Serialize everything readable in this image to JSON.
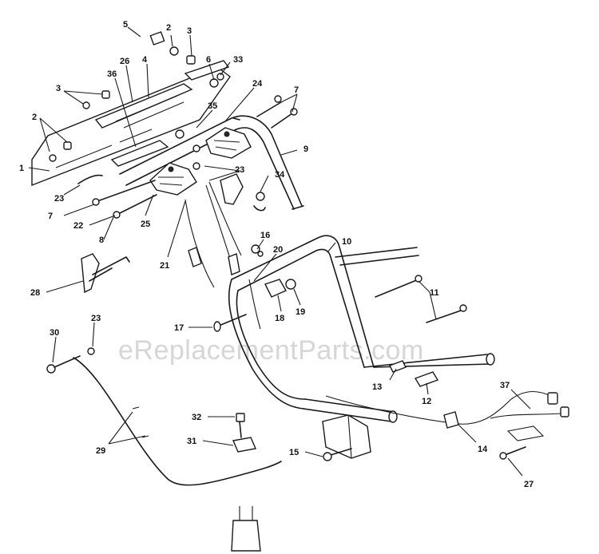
{
  "watermark": "eReplacementParts.com",
  "callouts": {
    "c1": "1",
    "c2a": "2",
    "c2b": "2",
    "c3a": "3",
    "c3b": "3",
    "c4": "4",
    "c5": "5",
    "c6": "6",
    "c7a": "7",
    "c7b": "7",
    "c8": "8",
    "c9": "9",
    "c10": "10",
    "c11": "11",
    "c12": "12",
    "c13": "13",
    "c14": "14",
    "c15": "15",
    "c16": "16",
    "c17": "17",
    "c18": "18",
    "c19": "19",
    "c20": "20",
    "c21": "21",
    "c22": "22",
    "c23a": "23",
    "c23b": "23",
    "c23c": "23",
    "c24": "24",
    "c25": "25",
    "c26": "26",
    "c27": "27",
    "c28": "28",
    "c29": "29",
    "c30": "30",
    "c31": "31",
    "c32": "32",
    "c33": "33",
    "c34": "34",
    "c35": "35",
    "c36": "36",
    "c37": "37"
  }
}
